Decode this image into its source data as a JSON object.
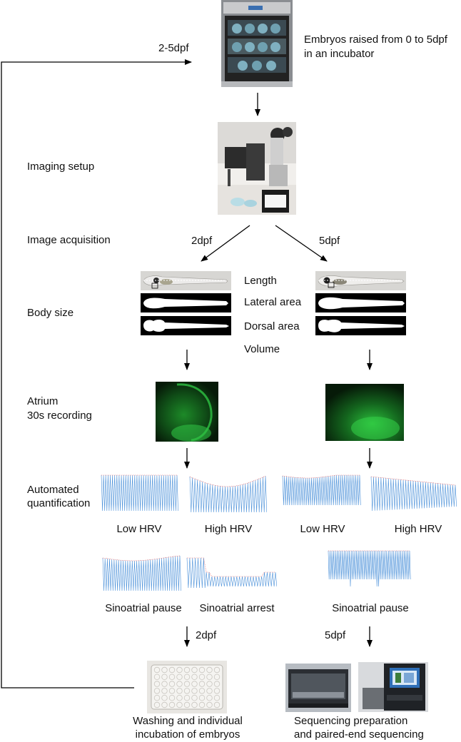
{
  "loop": {
    "label": "2-5dpf"
  },
  "incubator": {
    "caption_line1": "Embryos raised from 0 to 5dpf",
    "caption_line2": "in an incubator"
  },
  "stages": {
    "imaging_setup": "Imaging setup",
    "image_acquisition": "Image acquisition",
    "body_size": "Body size",
    "atrium_line1": "Atrium",
    "atrium_line2": "30s recording",
    "automated_line1": "Automated",
    "automated_line2": "quantification"
  },
  "branches": {
    "left_age": "2dpf",
    "right_age": "5dpf"
  },
  "measurements": {
    "length": "Length",
    "lateral_area": "Lateral area",
    "dorsal_area": "Dorsal area",
    "volume": "Volume"
  },
  "hrv": {
    "left_low": "Low HRV",
    "left_high": "High HRV",
    "right_low": "Low HRV",
    "right_high": "High HRV"
  },
  "events": {
    "left_pause": "Sinoatrial pause",
    "left_arrest": "Sinoatrial arrest",
    "right_pause": "Sinoatrial pause"
  },
  "final_step": {
    "left_age": "2dpf",
    "right_age": "5dpf"
  },
  "outcomes": {
    "left_line1": "Washing and individual",
    "left_line2": "incubation of embryos",
    "right_line1": "Sequencing preparation",
    "right_line2": "and paired-end sequencing"
  },
  "colors": {
    "fluorescence": "#29c43a",
    "trace": "#4a90d9",
    "peak": "#e04040",
    "line": "#000000"
  }
}
